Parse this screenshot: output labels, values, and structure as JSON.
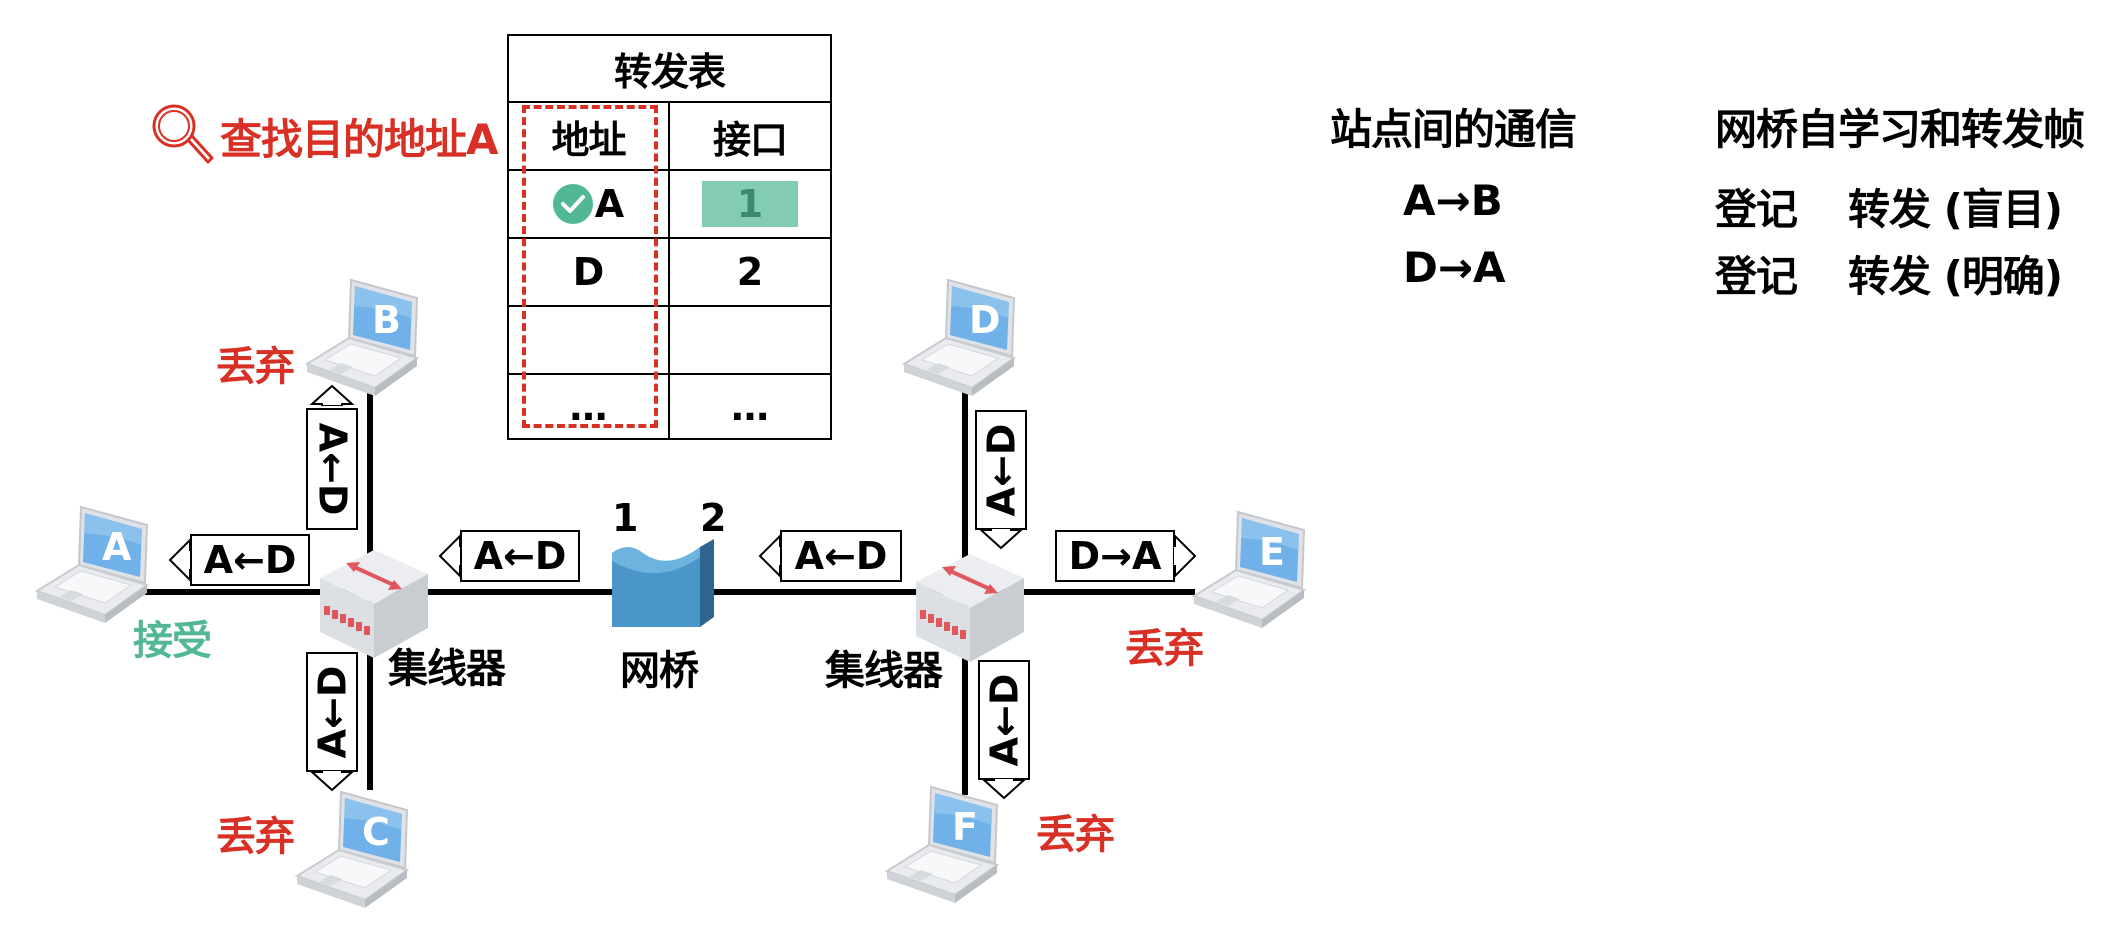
{
  "search": {
    "icon": "magnifier-icon",
    "label": "查找目的地址A",
    "color": "#d93025"
  },
  "forwarding_table": {
    "title": "转发表",
    "headers": [
      "地址",
      "接口"
    ],
    "rows": [
      {
        "address": "A",
        "port": "1",
        "matched": true
      },
      {
        "address": "D",
        "port": "2",
        "matched": false
      },
      {
        "address": "",
        "port": "",
        "matched": false
      },
      {
        "address": "…",
        "port": "…",
        "matched": false
      }
    ],
    "match_color": "#84cbb5",
    "check_color": "#52b795"
  },
  "legend": {
    "left_header": "站点间的通信",
    "right_header": "网桥自学习和转发帧",
    "rows": [
      {
        "comm": "A→B",
        "learn": "登记",
        "forward": "转发 (盲目)"
      },
      {
        "comm": "D→A",
        "learn": "登记",
        "forward": "转发 (明确)"
      }
    ]
  },
  "network": {
    "stations": [
      {
        "id": "A",
        "status": "接受",
        "status_color": "#52b795"
      },
      {
        "id": "B",
        "status": "丢弃",
        "status_color": "#d93025"
      },
      {
        "id": "C",
        "status": "丢弃",
        "status_color": "#d93025"
      },
      {
        "id": "D",
        "status": "",
        "status_color": ""
      },
      {
        "id": "E",
        "status": "丢弃",
        "status_color": "#d93025"
      },
      {
        "id": "F",
        "status": "丢弃",
        "status_color": "#d93025"
      }
    ],
    "hub_label": "集线器",
    "bridge_label": "网桥",
    "bridge_ports": [
      "1",
      "2"
    ],
    "frames": {
      "to_A": "A←D",
      "to_bridge_left": "A←D",
      "from_bridge_right": "A←D",
      "to_B": "A←D",
      "to_C": "A←D",
      "from_D": "A←D",
      "to_F": "A←D",
      "to_E": "D→A"
    }
  }
}
